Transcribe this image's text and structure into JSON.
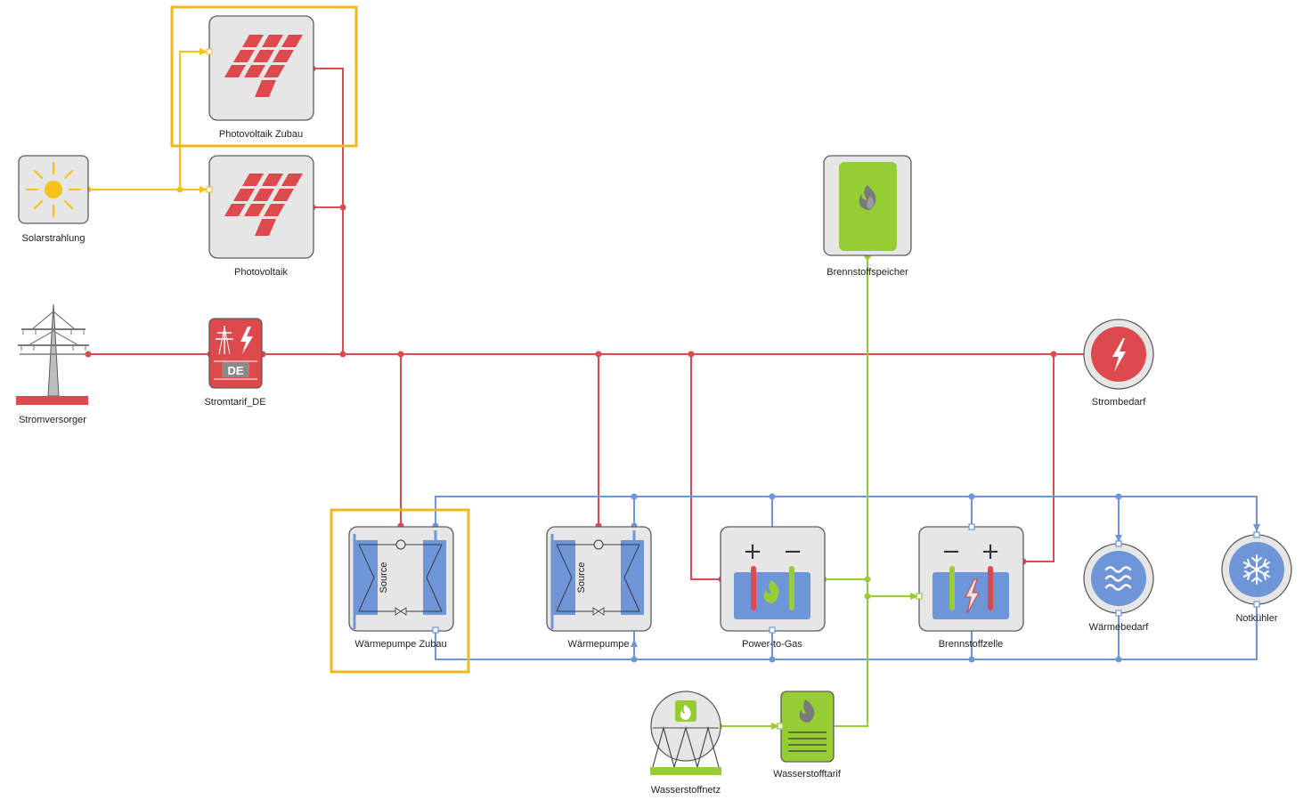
{
  "colors": {
    "electric": "#dc4a4e",
    "solar": "#f6c21a",
    "heat": "#6f95d9",
    "hydrogen": "#96cc34",
    "highlight": "#f1b81d",
    "block_fill": "#e6e6e6",
    "block_stroke": "#5c5c5c"
  },
  "components": {
    "pv_zubau": {
      "label": "Photovoltaik Zubau",
      "icon": "solar-panel-icon",
      "selected": true
    },
    "solar": {
      "label": "Solarstrahlung",
      "icon": "sun-icon"
    },
    "pv": {
      "label": "Photovoltaik",
      "icon": "solar-panel-icon"
    },
    "fuel_storage": {
      "label": "Brennstoffspeicher",
      "icon": "flame-icon"
    },
    "grid": {
      "label": "Stromversorger",
      "icon": "power-pylon-icon"
    },
    "tariff": {
      "label": "Stromtarif_DE",
      "icon": "tariff-de-icon",
      "badge": "DE"
    },
    "demand": {
      "label": "Strombedarf",
      "icon": "lightning-icon"
    },
    "hp_zubau": {
      "label": "Wärmepumpe Zubau",
      "icon": "heat-pump-icon",
      "source_text": "Source",
      "selected": true
    },
    "hp": {
      "label": "Wärmepumpe",
      "icon": "heat-pump-icon",
      "source_text": "Source"
    },
    "p2g": {
      "label": "Power-to-Gas",
      "icon": "electrolyzer-icon",
      "terminals": [
        "+",
        "−"
      ]
    },
    "fuelcell": {
      "label": "Brennstoffzelle",
      "icon": "fuel-cell-icon",
      "terminals": [
        "−",
        "+"
      ]
    },
    "heat_demand": {
      "label": "Wärmebedarf",
      "icon": "heat-waves-icon"
    },
    "cooler": {
      "label": "Notkühler",
      "icon": "snowflake-icon"
    },
    "h2_grid": {
      "label": "Wasserstoffnetz",
      "icon": "gas-sphere-icon"
    },
    "h2_tariff": {
      "label": "Wasserstofftarif",
      "icon": "hydrogen-tariff-icon"
    }
  }
}
